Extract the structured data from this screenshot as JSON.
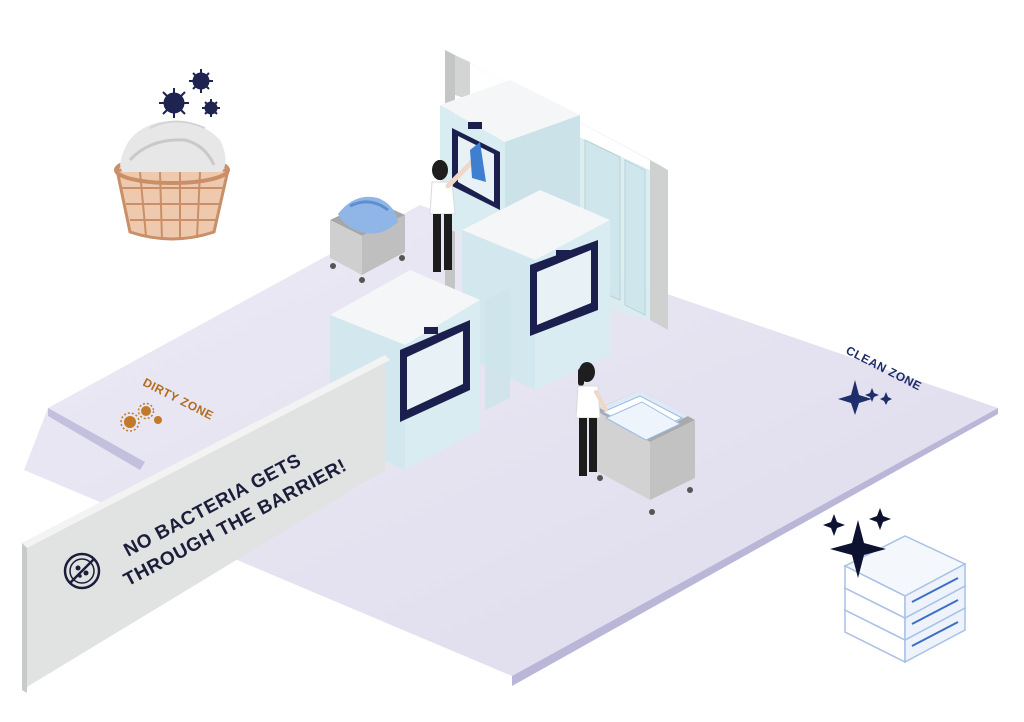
{
  "labels": {
    "dirty_zone": "DIRTY ZONE",
    "clean_zone": "CLEAN ZONE",
    "barrier_line1": "NO BACTERIA GETS",
    "barrier_line2": "THROUGH THE BARRIER!"
  },
  "colors": {
    "floor": "#e6e5f2",
    "floor_edge": "#b9b6d8",
    "wall": "#dcdedd",
    "wall_side": "#c7c9c8",
    "machine_body": "#ddeef3",
    "machine_top": "#f5f7f8",
    "window_frame": "#1a1f4e",
    "dirty_accent": "#b36b1e",
    "clean_accent": "#1e2d6b",
    "germ": "#1f2350",
    "basket": "#c98f68"
  },
  "icons": {
    "germs": "germ-cluster-icon",
    "dirty": "bacteria-dots-icon",
    "clean": "sparkle-icon",
    "barrier": "no-bacteria-icon",
    "towels": "folded-towels-icon"
  }
}
